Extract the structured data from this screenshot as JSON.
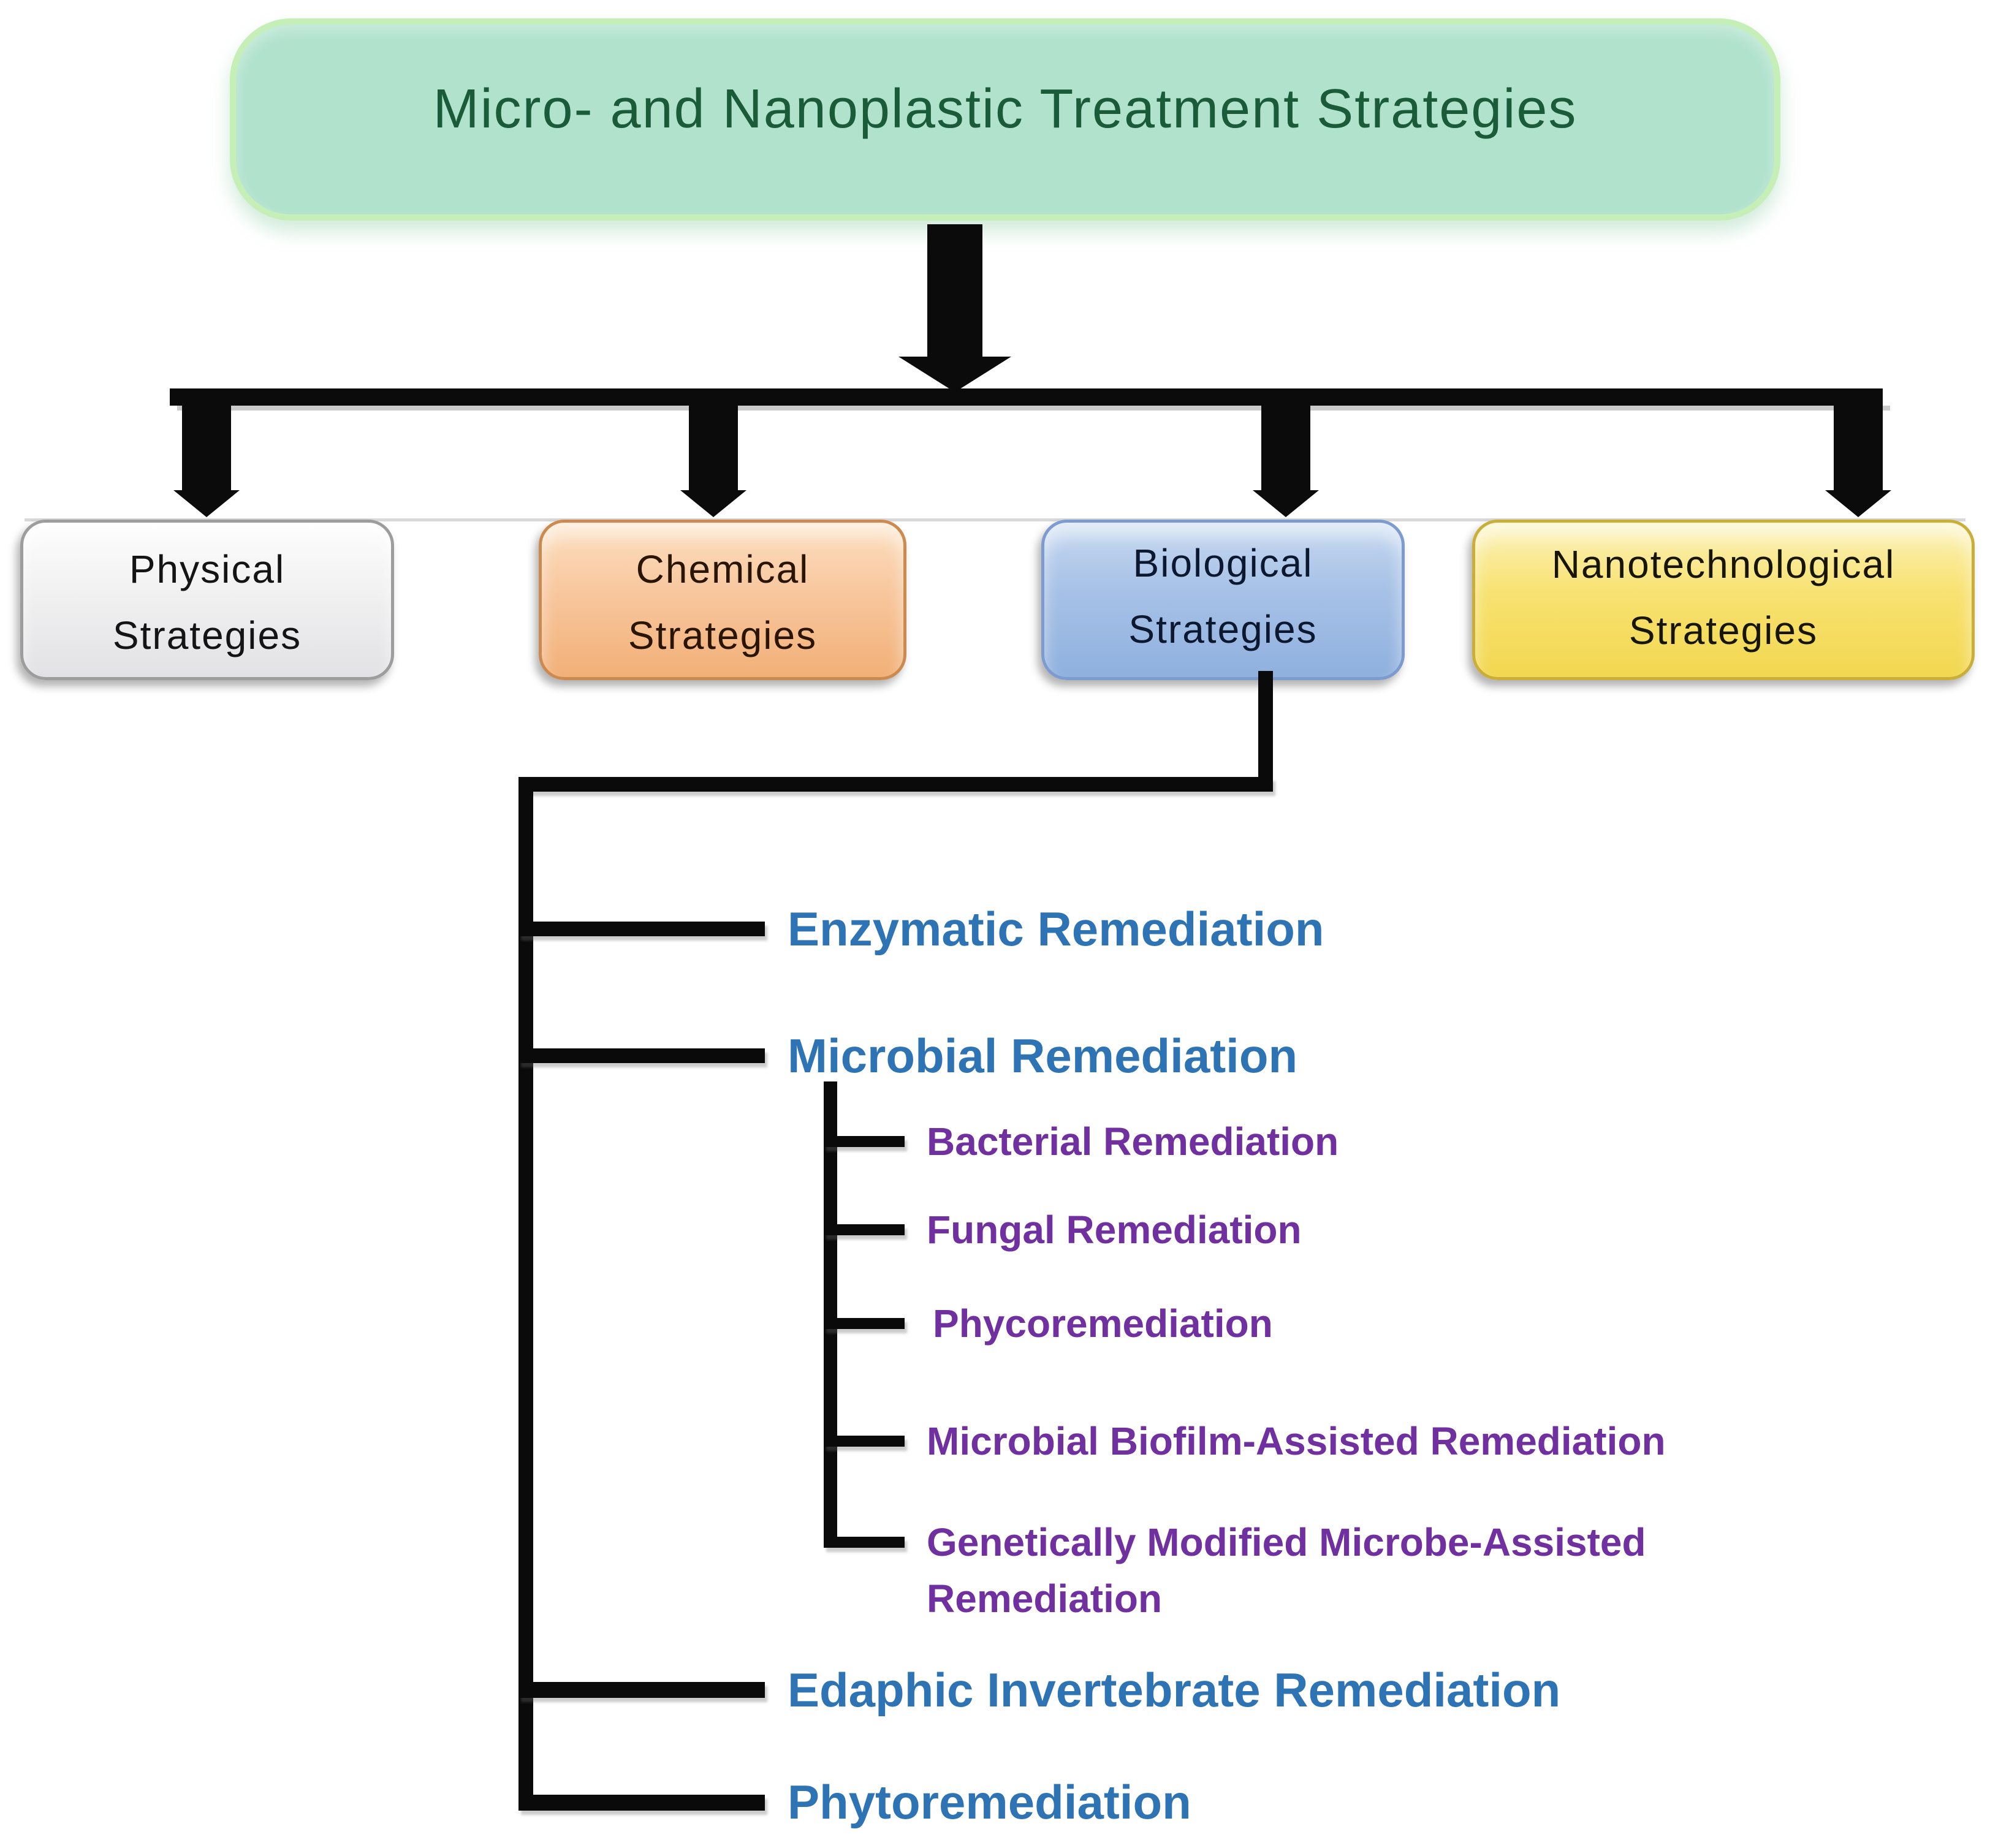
{
  "diagram": {
    "title": "Micro- and Nanoplastic Treatment Strategies",
    "categories": [
      {
        "id": "physical",
        "line1": "Physical",
        "line2": "Strategies",
        "fill": "#f1f1f2",
        "border": "#9d9d9d"
      },
      {
        "id": "chemical",
        "line1": "Chemical",
        "line2": "Strategies",
        "fill": "#f8c79e",
        "border": "#cc8a50"
      },
      {
        "id": "biological",
        "line1": "Biological",
        "line2": "Strategies",
        "fill": "#a6c1e6",
        "border": "#7d9bce"
      },
      {
        "id": "nanotechnological",
        "line1": "Nanotechnological",
        "line2": "Strategies",
        "fill": "#f8e271",
        "border": "#c9ae3a"
      }
    ],
    "biological_branches": [
      "Enzymatic Remediation",
      "Microbial Remediation",
      "Edaphic Invertebrate Remediation",
      "Phytoremediation"
    ],
    "microbial_sub_branches": [
      "Bacterial Remediation",
      "Fungal Remediation",
      "Phycoremediation",
      "Microbial Biofilm-Assisted Remediation",
      "Genetically Modified Microbe-Assisted Remediation"
    ],
    "colors": {
      "title_fill": "#b0e2cc",
      "title_border": "#c6efb8",
      "title_text": "#1a5c39",
      "branch_blue": "#2e74b5",
      "branch_purple": "#7030a0",
      "connector_black": "#0a0a0a"
    }
  }
}
